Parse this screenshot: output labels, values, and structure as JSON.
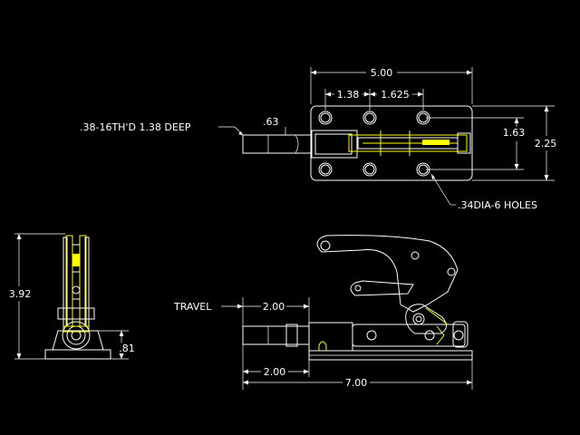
{
  "dimensions": {
    "top_overall": "5.00",
    "top_spacing_a": "1.38",
    "top_spacing_b": "1.625",
    "thread_note": ".38-16TH'D 1.38 DEEP",
    "plunger_dia": ".63",
    "hole_spacing_vertical": "1.63",
    "base_height": "2.25",
    "holes_note": ".34DIA-6 HOLES",
    "side_height": "3.92",
    "side_base": ".81",
    "travel_label": "TRAVEL",
    "travel_value": "2.00",
    "front_extension": "2.00",
    "front_overall": "7.00"
  }
}
